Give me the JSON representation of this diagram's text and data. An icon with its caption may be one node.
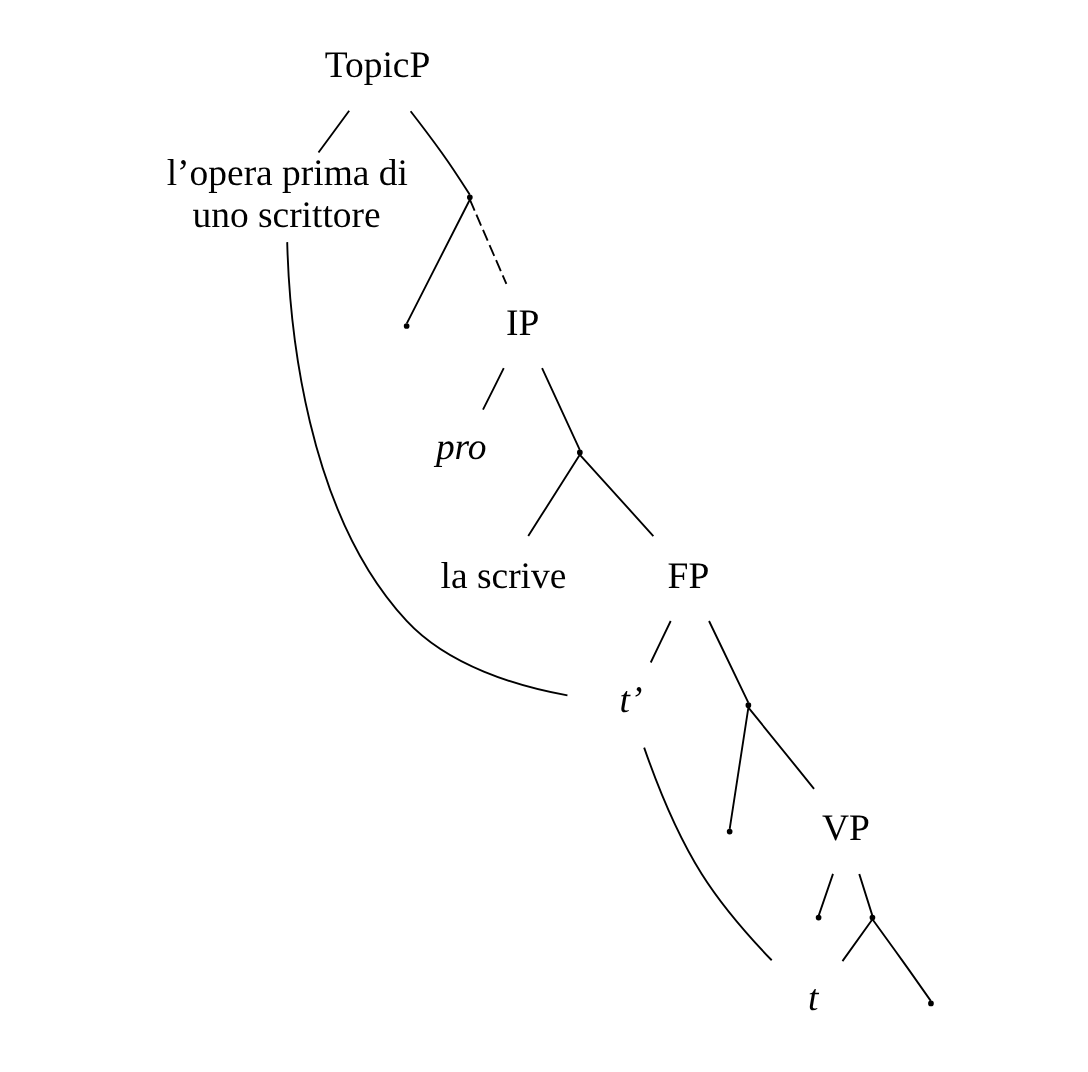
{
  "diagram": {
    "nodes": [
      {
        "text": [
          "TopicP"
        ]
      },
      {
        "text": [
          "l’opera prima di uno scrittore"
        ]
      },
      {
        "text": [],
        "shape": "point"
      },
      {
        "text": [],
        "shape": "point"
      },
      {
        "text": [
          "IP"
        ]
      },
      {
        "text": [
          "pro"
        ]
      },
      {
        "text": [],
        "shape": "point"
      },
      {
        "text": [
          "la scrive"
        ]
      },
      {
        "text": [
          "FP"
        ]
      },
      {
        "text": [
          "t’"
        ]
      },
      {
        "text": [],
        "shape": "point"
      },
      {
        "text": [],
        "shape": "point"
      },
      {
        "text": [
          "VP"
        ]
      },
      {
        "text": [],
        "shape": "point"
      },
      {
        "text": [],
        "shape": "point"
      },
      {
        "text": [],
        "shape": "point"
      },
      {
        "text": [
          "t"
        ]
      }
    ],
    "edges": [
      {
        "from": 0,
        "to": 1,
        "arrow": "none"
      },
      {
        "from": 0,
        "to": 2,
        "arrow": "none"
      },
      {
        "from": 2,
        "to": 3,
        "arrow": "none"
      },
      {
        "from": 2,
        "to": 4,
        "arrow": "none",
        "style": "dashed"
      },
      {
        "from": 4,
        "to": 5,
        "arrow": "none"
      },
      {
        "from": 4,
        "to": 6,
        "arrow": "none"
      },
      {
        "from": 6,
        "to": 7,
        "arrow": "none"
      },
      {
        "from": 6,
        "to": 8,
        "arrow": "none"
      },
      {
        "from": 8,
        "to": 9,
        "arrow": "none"
      },
      {
        "from": 8,
        "to": 10,
        "arrow": "none"
      },
      {
        "from": 10,
        "to": 11,
        "arrow": "none"
      },
      {
        "from": 10,
        "to": 12,
        "arrow": "none"
      },
      {
        "from": 12,
        "to": 13,
        "arrow": "none"
      },
      {
        "from": 12,
        "to": 14,
        "arrow": "none"
      },
      {
        "from": 14,
        "to": 15,
        "arrow": "none"
      },
      {
        "from": 14,
        "to": 16,
        "arrow": "none"
      },
      {
        "from": 1,
        "to": 9,
        "arrow": "none"
      },
      {
        "from": 9,
        "to": 16,
        "arrow": "none"
      }
    ]
  }
}
